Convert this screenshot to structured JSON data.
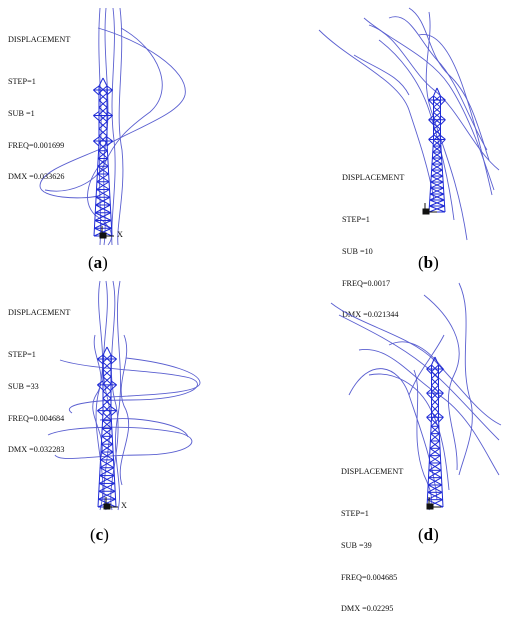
{
  "panels": [
    {
      "id": "a",
      "header": "DISPLACEMENT",
      "step": "STEP=1",
      "sub": "SUB =1",
      "freq": "FREQ=0.001699",
      "dmx": "DMX =0.033626",
      "axis_label": "X",
      "caption_open": "(",
      "caption_letter": "a",
      "caption_close": ")"
    },
    {
      "id": "b",
      "header": "DISPLACEMENT",
      "step": "STEP=1",
      "sub": "SUB =10",
      "freq": "FREQ=0.0017",
      "dmx": "DMX =0.021344",
      "axis_label": "",
      "caption_open": "(",
      "caption_letter": "b",
      "caption_close": ")"
    },
    {
      "id": "c",
      "header": "DISPLACEMENT",
      "step": "STEP=1",
      "sub": "SUB =33",
      "freq": "FREQ=0.004684",
      "dmx": "DMX =0.032283",
      "axis_label": "X",
      "caption_open": "(",
      "caption_letter": "c",
      "caption_close": ")"
    },
    {
      "id": "d",
      "header": "DISPLACEMENT",
      "step": "STEP=1",
      "sub": "SUB =39",
      "freq": "FREQ=0.004685",
      "dmx": "DMX =0.02295",
      "axis_label": "",
      "caption_open": "(",
      "caption_letter": "d",
      "caption_close": ")"
    }
  ],
  "colors": {
    "tower": "#1f2bd6",
    "wire": "#5a5fd0",
    "text": "#111111"
  }
}
